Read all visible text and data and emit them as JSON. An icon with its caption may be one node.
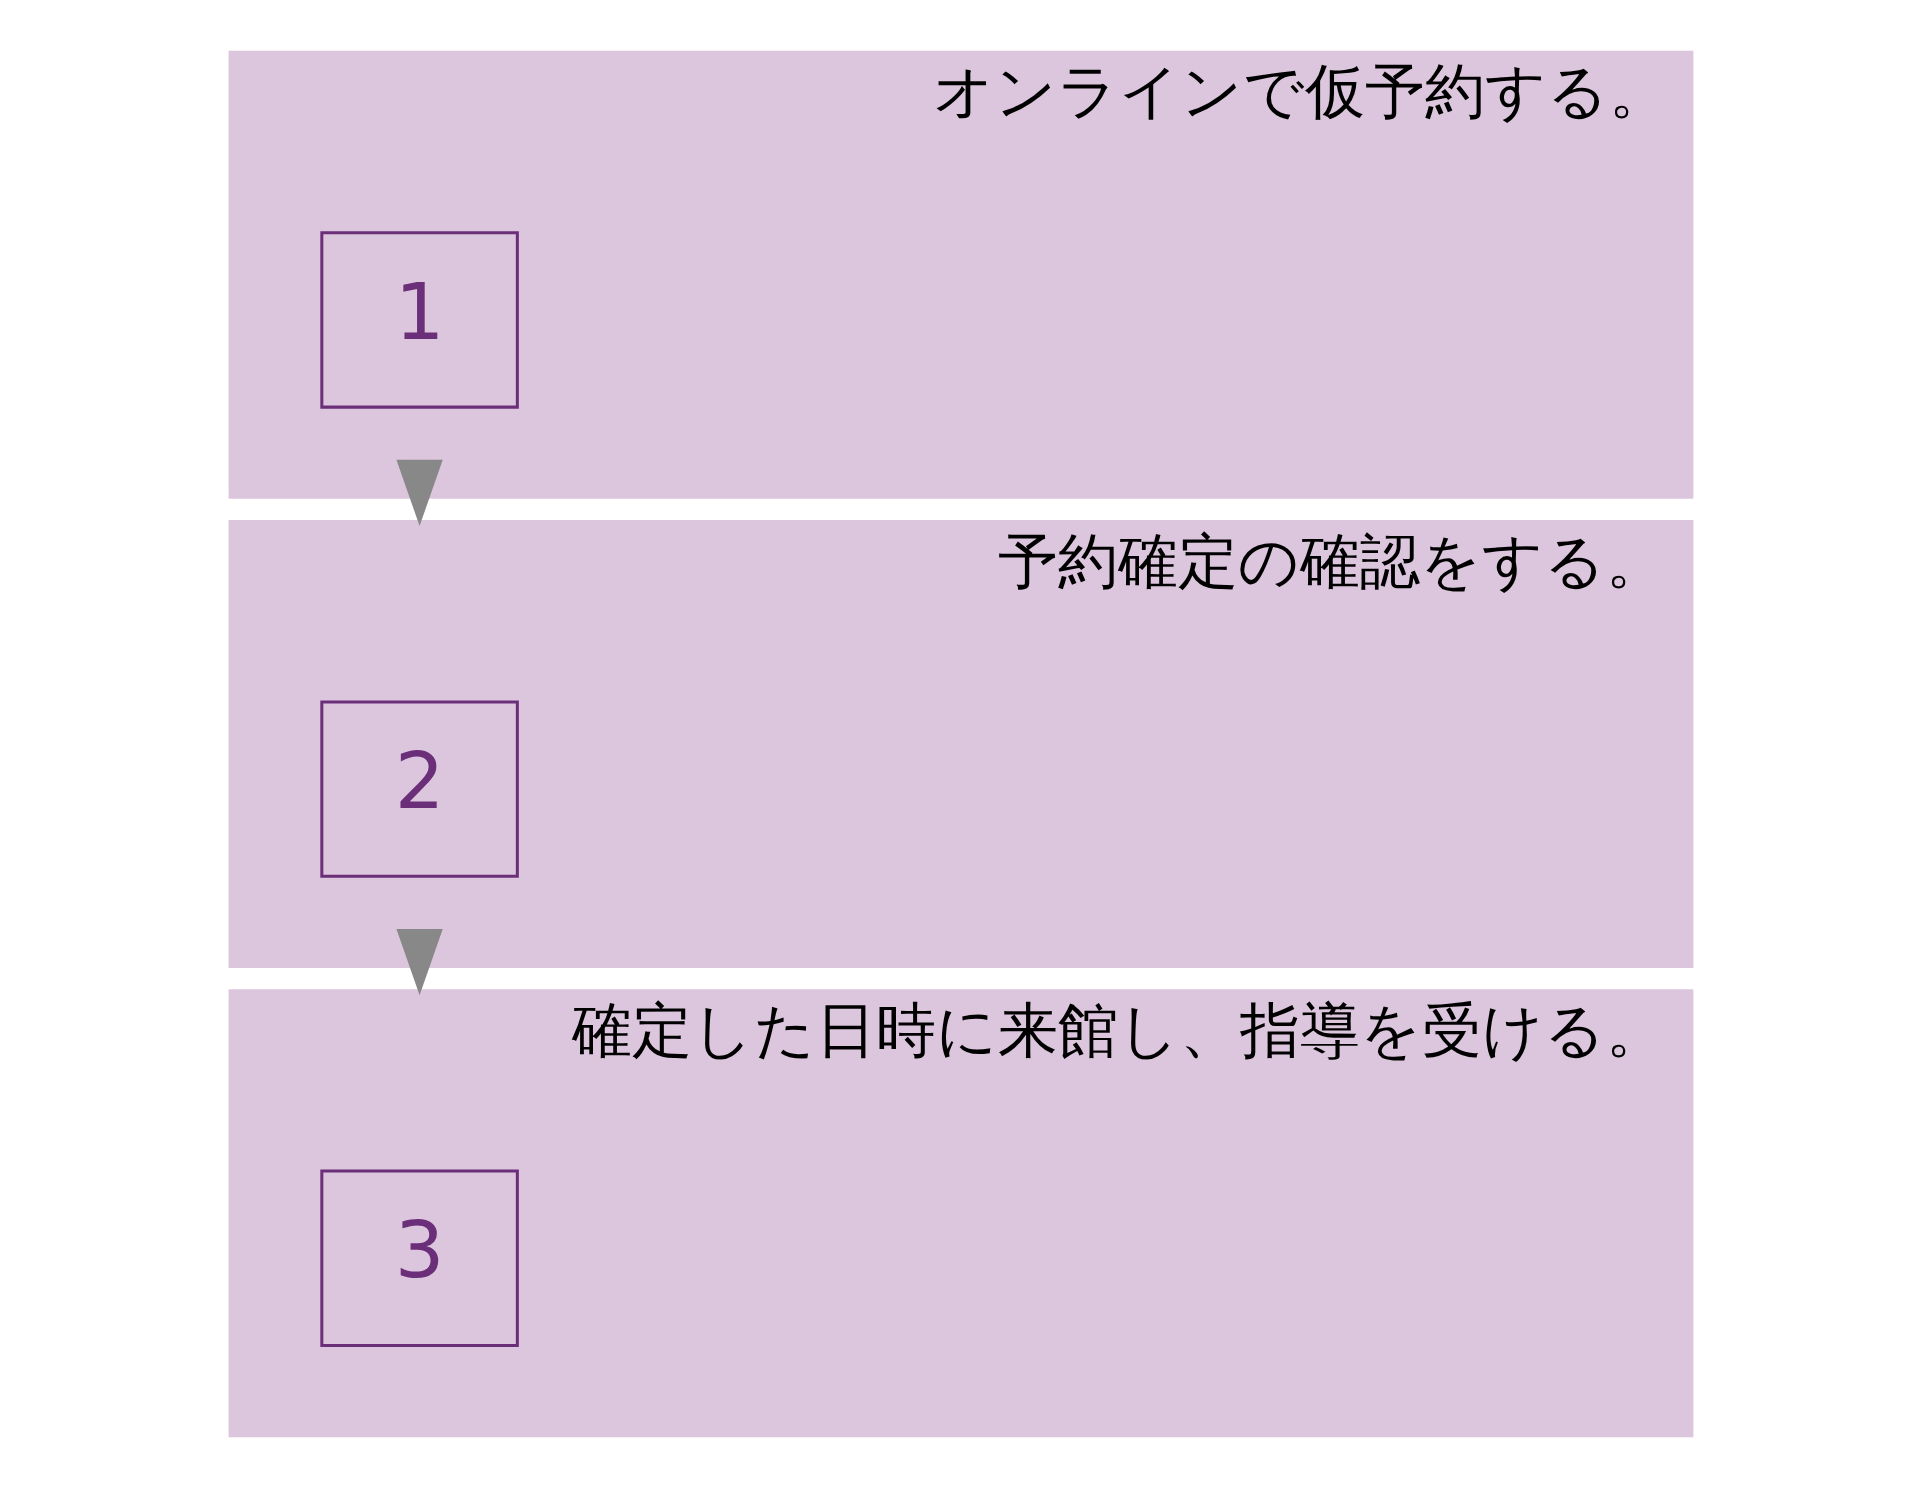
{
  "diagram": {
    "nodes": [
      {
        "text": [
          "オンラインで仮予約する。"
        ]
      },
      {
        "text": [
          "1"
        ],
        "in": 0
      },
      {
        "text": [
          "予約確定の確認をする。"
        ]
      },
      {
        "text": [
          "2"
        ],
        "in": 2
      },
      {
        "text": [
          "確定した日時に来館し、指導を受ける。"
        ]
      },
      {
        "text": [
          "3"
        ],
        "in": 4
      }
    ],
    "edges": [
      {
        "from": 0,
        "to": 2,
        "arrow": "to"
      },
      {
        "from": 2,
        "to": 4,
        "arrow": "to"
      }
    ]
  }
}
